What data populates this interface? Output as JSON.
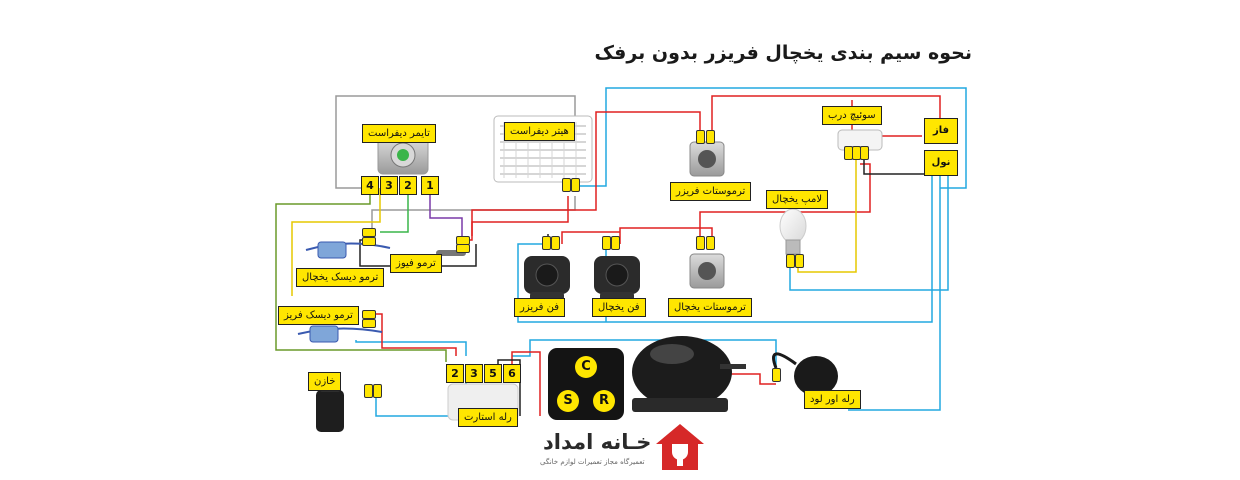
{
  "title": "نحوه سیم بندی یخچال فریزر بدون برفک",
  "components": {
    "defrost_timer": "تایمر دیفراست",
    "defrost_heater": "هیتر دیفراست",
    "freezer_thermostat": "ترموستات فریزر",
    "door_switch": "سوئیچ درب",
    "phase": "فاز",
    "neutral": "نول",
    "fridge_lamp": "لامپ یخچال",
    "thermo_fuse": "ترمو فیوز",
    "fridge_thermo_disc": "ترمو دیسک یخچال",
    "freezer_thermo_disc": "ترمو دیسک فریز",
    "freezer_fan": "فن فریزر",
    "fridge_fan": "فن یخچال",
    "fridge_thermostat": "ترموستات یخچال",
    "capacitor": "خازن",
    "start_relay": "رله استارت",
    "overload_relay": "رله اور لود"
  },
  "timer_terminals": [
    "4",
    "3",
    "2",
    "1"
  ],
  "relay_terminals": [
    "2",
    "3",
    "5",
    "6"
  ],
  "compressor_pins": {
    "c": "C",
    "s": "S",
    "r": "R"
  },
  "logo": {
    "name": "خـانه امداد",
    "tagline": "تعمیرگاه مجاز تعمیرات لوازم خانگی"
  },
  "colors": {
    "red": "#e02020",
    "blue": "#22a8e0",
    "black": "#222222",
    "gray": "#9a9a9a",
    "yellow": "#e6c800",
    "green": "#3ab54a",
    "olive": "#6a9a2a",
    "purple": "#7a3aa8",
    "label": "#ffe600",
    "logo_red": "#d62828"
  }
}
